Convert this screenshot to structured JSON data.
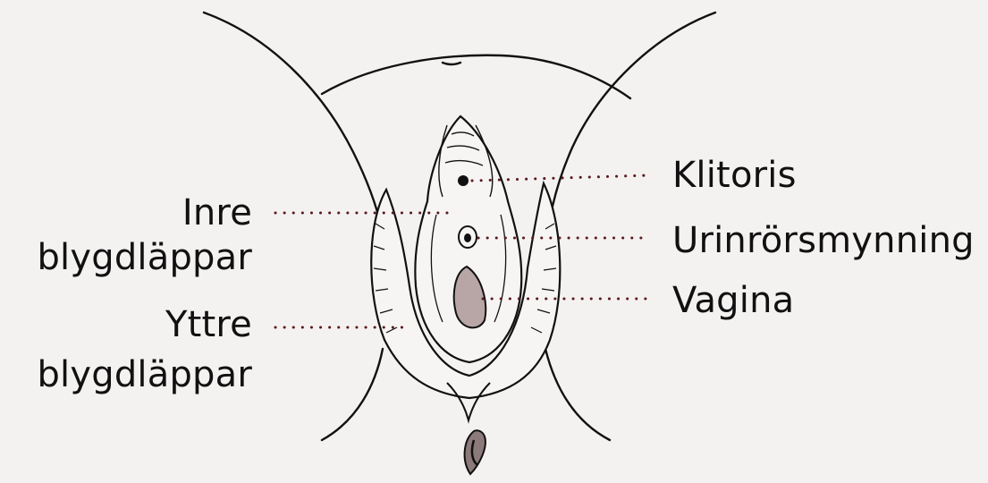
{
  "labels": {
    "left": {
      "inner_labia_line1": "Inre",
      "inner_labia_line2": "blygdläppar",
      "outer_labia_line1": "Yttre",
      "outer_labia_line2": "blygdläppar"
    },
    "right": {
      "clitoris": "Klitoris",
      "urethral_opening": "Urinrörsmynning",
      "vagina": "Vagina"
    }
  },
  "colors": {
    "background": "#f4f1f1",
    "outline": "#111111",
    "leader_dots": "#5a1a1a",
    "tissue_fill": "#f7f4f4",
    "vagina_fill": "#b8a6a6",
    "anus_fill": "#8c7a7a"
  }
}
